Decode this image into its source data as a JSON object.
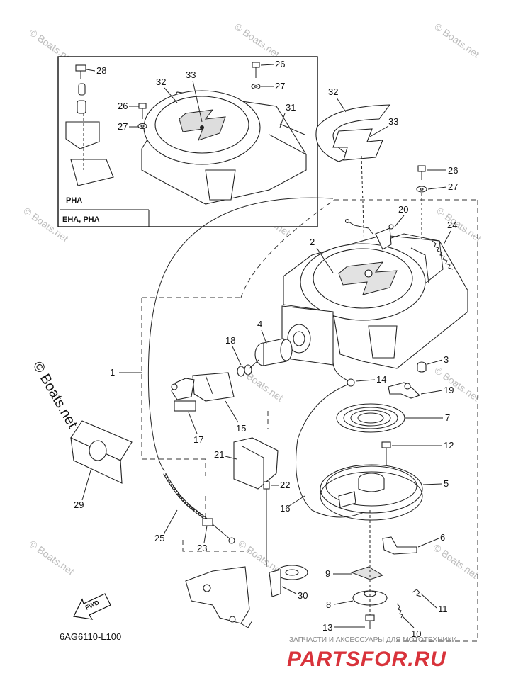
{
  "inset": {
    "variant_small": "PHA",
    "variant_box": "EHA, PHA",
    "callouts": [
      "28",
      "33",
      "32",
      "26",
      "27",
      "26",
      "27",
      "31"
    ]
  },
  "callouts": {
    "c1": "1",
    "c2": "2",
    "c3": "3",
    "c4": "4",
    "c5": "5",
    "c6": "6",
    "c7": "7",
    "c8": "8",
    "c9": "9",
    "c10": "10",
    "c11": "11",
    "c12": "12",
    "c13": "13",
    "c14": "14",
    "c15": "15",
    "c16": "16",
    "c17": "17",
    "c18": "18",
    "c19": "19",
    "c20": "20",
    "c21": "21",
    "c22": "22",
    "c23": "23",
    "c24": "24",
    "c25": "25",
    "c26": "26",
    "c27": "27",
    "c29": "29",
    "c30": "30",
    "c32": "32",
    "c33": "33"
  },
  "fwd_label": "FWD",
  "diagram_code": "6AG6110-L100",
  "watermark_side": "© Boats.net",
  "watermark_small": "© Boats.net",
  "shop_banner": {
    "tagline": "ЗАПЧАСТИ И АКСЕССУАРЫ ДЛЯ МОТОТЕХНИКИ",
    "brand": "PARTSFOR.RU",
    "brand_color": "#d8333b",
    "tagline_color": "#8a8a8a"
  }
}
